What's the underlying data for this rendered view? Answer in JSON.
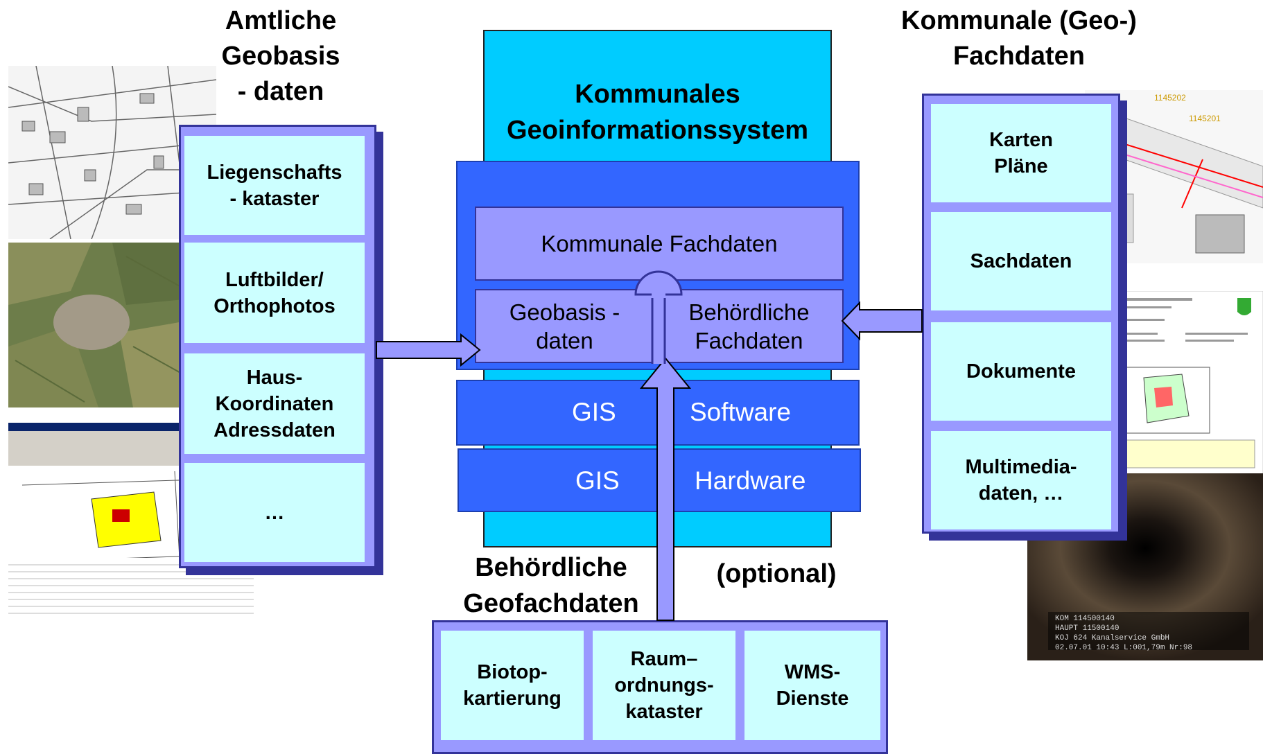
{
  "left": {
    "title": "Amtliche\nGeobasis\n- daten",
    "items": [
      {
        "label": "Liegenschafts\n- kataster"
      },
      {
        "label": "Luftbilder/\nOrthophotos"
      },
      {
        "label": "Haus-\nKoordinaten\nAdressdaten"
      },
      {
        "label": "…"
      }
    ]
  },
  "center": {
    "title": "Kommunales\nGeoinformationssystem",
    "fachdaten": "Kommunale Fachdaten",
    "geobasis": "Geobasis -\ndaten",
    "behoerdlich": "Behördliche\nFachdaten",
    "software": {
      "left": "GIS",
      "right": "Software"
    },
    "hardware": {
      "left": "GIS",
      "right": "Hardware"
    }
  },
  "right": {
    "title": "Kommunale (Geo-)\nFachdaten",
    "items": [
      {
        "label": "Karten\nPläne"
      },
      {
        "label": "Sachdaten"
      },
      {
        "label": "Dokumente"
      },
      {
        "label": "Multimedia-\ndaten, …"
      }
    ]
  },
  "bottom": {
    "title": "Behördliche\nGeofachdaten",
    "optional": "(optional)",
    "items": [
      {
        "label": "Biotop-\nkartierung"
      },
      {
        "label": "Raum–\nordnungs-\nkataster"
      },
      {
        "label": "WMS-\nDienste"
      }
    ]
  },
  "colors": {
    "cyan_light": "#ccffff",
    "cyan_back": "#00ccff",
    "lavender": "#9999ff",
    "blue": "#3366ff",
    "dark_blue": "#333399"
  }
}
